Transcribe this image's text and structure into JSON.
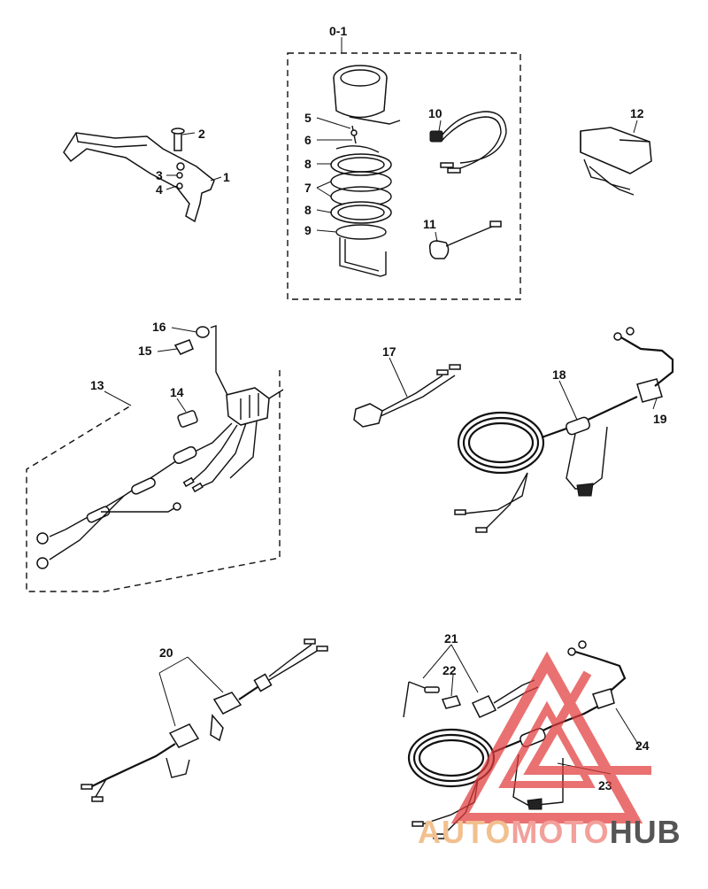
{
  "callouts": {
    "c01": "0-1",
    "c1": "1",
    "c2": "2",
    "c3": "3",
    "c4": "4",
    "c5": "5",
    "c6": "6",
    "c7": "7",
    "c8a": "8",
    "c8b": "8",
    "c9": "9",
    "c10": "10",
    "c11": "11",
    "c12": "12",
    "c13": "13",
    "c14": "14",
    "c15": "15",
    "c16": "16",
    "c17": "17",
    "c18": "18",
    "c19": "19",
    "c20": "20",
    "c21": "21",
    "c22": "22",
    "c23": "23",
    "c24": "24"
  },
  "watermark": {
    "part1": "AUTO",
    "part2": "MOTO",
    "part3": "HUB",
    "color_auto": "#f2c08f",
    "color_moto": "#f2a09a",
    "color_hub": "#555555",
    "logo_color": "#e23b3b"
  }
}
